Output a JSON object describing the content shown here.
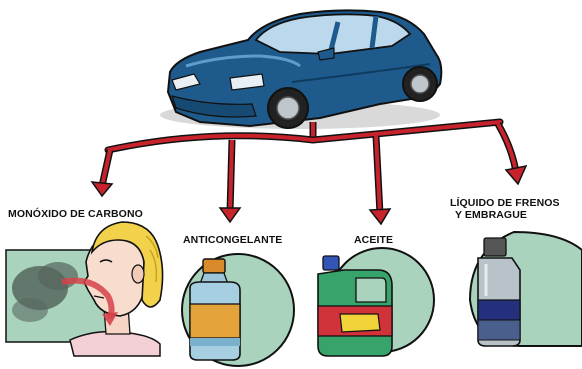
{
  "labels": {
    "monoxido": "MONÓXIDO DE CARBONO",
    "anticongelante": "ANTICONGELANTE",
    "aceite": "ACEITE",
    "frenos_line1": "LÍQUIDO DE FRENOS",
    "frenos_line2": "Y EMBRAGUE"
  },
  "colors": {
    "arrow": "#c8232c",
    "car_body": "#1e5b8c",
    "circle_bg": "#a9d3bd",
    "outline": "#111111"
  },
  "icons": [
    "car-icon",
    "person-face-icon",
    "smoke-cloud-icon",
    "antifreeze-bottle-icon",
    "oil-jug-icon",
    "brake-fluid-bottle-icon"
  ]
}
